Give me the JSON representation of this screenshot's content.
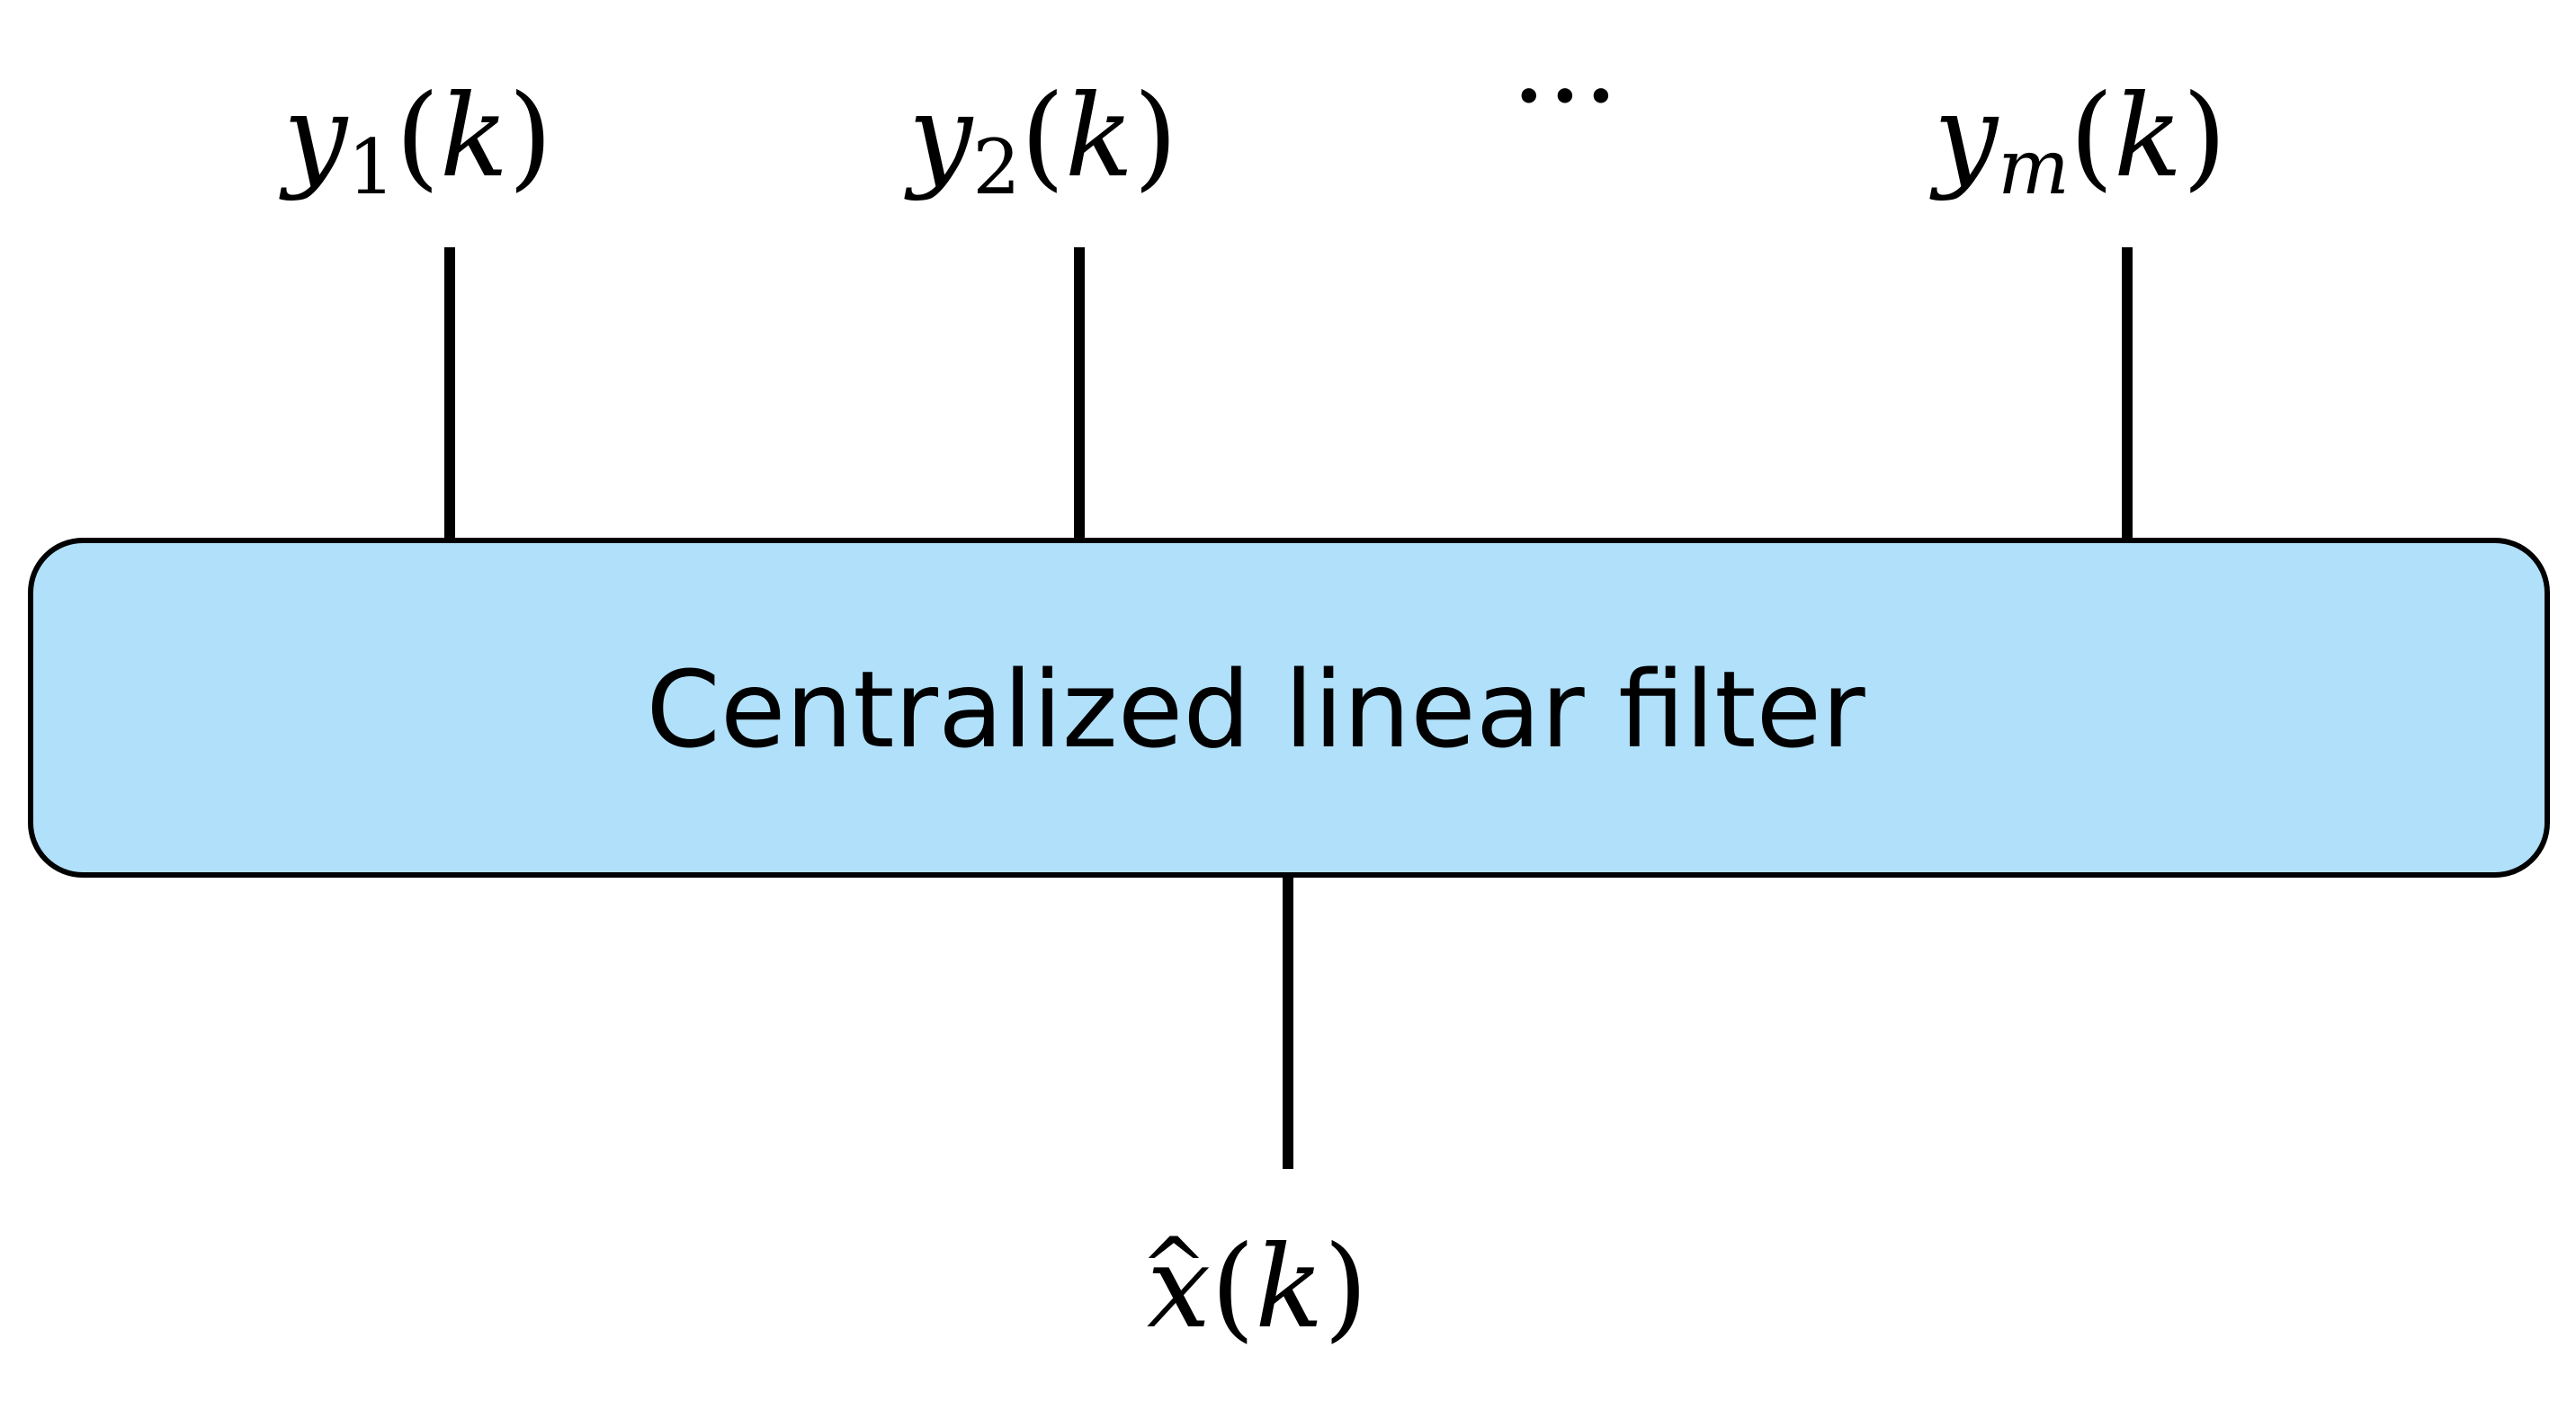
{
  "inputs": [
    {
      "base": "y",
      "sub": "1",
      "arg": "k"
    },
    {
      "base": "y",
      "sub": "2",
      "arg": "k"
    },
    {
      "base": "y",
      "sub": "m",
      "arg": "k"
    }
  ],
  "ellipsis": "···",
  "filter": {
    "label": "Centralized linear filter",
    "fill_color": "#b0e0fa",
    "stroke_color": "#000000"
  },
  "output": {
    "base": "x",
    "accent": "^",
    "arg": "k"
  }
}
